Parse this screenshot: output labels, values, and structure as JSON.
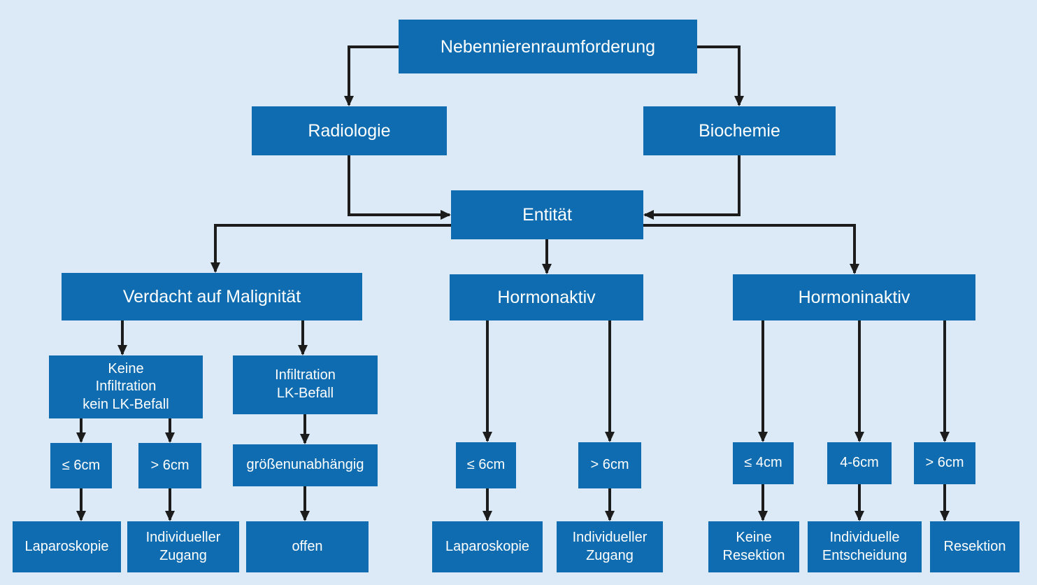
{
  "diagram": {
    "title": "Nebennierenraumforderung decision flowchart",
    "background_color": "#dce9f6",
    "box_color": "#0f6cb0",
    "text_color": "#ffffff",
    "arrow_color": "#1c1c1c"
  },
  "nodes": {
    "root": "Nebennierenraumforderung",
    "radiologie": "Radiologie",
    "biochemie": "Biochemie",
    "entitaet": "Entität",
    "verdacht_malignitaet": "Verdacht auf Malignität",
    "hormonaktiv": "Hormonaktiv",
    "hormoninaktiv": "Hormoninaktiv",
    "keine_infiltration": "Keine\nInfiltration\nkein LK-Befall",
    "infiltration": "Infiltration\nLK-Befall",
    "mal_le6cm": "≤ 6cm",
    "mal_gt6cm": "> 6cm",
    "groessenunabhaengig": "größenunabhängig",
    "mal_laparoskopie": "Laparoskopie",
    "mal_individueller_zugang": "Individueller\nZugang",
    "offen": "offen",
    "akt_le6cm": "≤ 6cm",
    "akt_gt6cm": "> 6cm",
    "akt_laparoskopie": "Laparoskopie",
    "akt_individueller_zugang": "Individueller\nZugang",
    "inakt_le4cm": "≤ 4cm",
    "inakt_4_6cm": "4-6cm",
    "inakt_gt6cm": "> 6cm",
    "keine_resektion": "Keine\nResektion",
    "individuelle_entscheidung": "Individuelle\nEntscheidung",
    "resektion": "Resektion"
  }
}
